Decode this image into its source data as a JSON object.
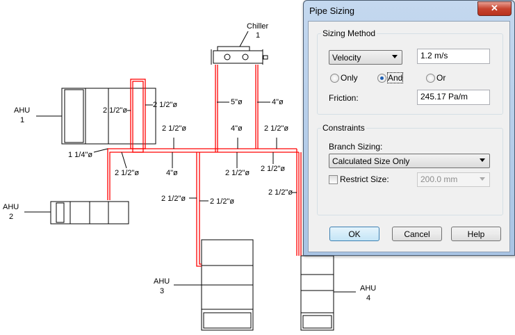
{
  "drawing": {
    "equipment": {
      "chiller": [
        "Chiller",
        "1"
      ],
      "ahu1": [
        "AHU",
        "1"
      ],
      "ahu2": [
        "AHU",
        "2"
      ],
      "ahu3": [
        "AHU",
        "3"
      ],
      "ahu4": [
        "AHU",
        "4"
      ]
    },
    "pipe_labels": {
      "ahu1_return": "2 1/2\"ø",
      "ahu1_supply": "2 1/2\"ø",
      "chiller_supply": "5\"ø",
      "chiller_return": "4\"ø",
      "hdr_top_left": "2 1/2\"ø",
      "hdr_top_mid": "4\"ø",
      "hdr_top_right": "2 1/2\"ø",
      "branch_ahu2": "1 1/4\"ø",
      "hdr_bot_1": "2 1/2\"ø",
      "hdr_bot_2": "4\"ø",
      "hdr_bot_3": "2 1/2\"ø",
      "hdr_bot_4": "2 1/2\"ø",
      "ahu3_a": "2 1/2\"ø",
      "ahu3_b": "2 1/2\"ø",
      "ahu4": "2 1/2\"ø"
    },
    "pipe_color": "#ff0000"
  },
  "dialog": {
    "title": "Pipe Sizing",
    "close": "✕",
    "sizing_method": {
      "label": "Sizing Method",
      "method": "Velocity",
      "velocity": "1.2 m/s",
      "radios": [
        {
          "label": "Only",
          "checked": false
        },
        {
          "label": "And",
          "checked": true
        },
        {
          "label": "Or",
          "checked": false
        }
      ],
      "friction_label": "Friction:",
      "friction": "245.17 Pa/m"
    },
    "constraints": {
      "label": "Constraints",
      "branch_label": "Branch Sizing:",
      "branch_value": "Calculated Size Only",
      "restrict_label": "Restrict Size:",
      "restrict_checked": false,
      "restrict_value": "200.0 mm"
    },
    "buttons": {
      "ok": "OK",
      "cancel": "Cancel",
      "help": "Help"
    }
  }
}
